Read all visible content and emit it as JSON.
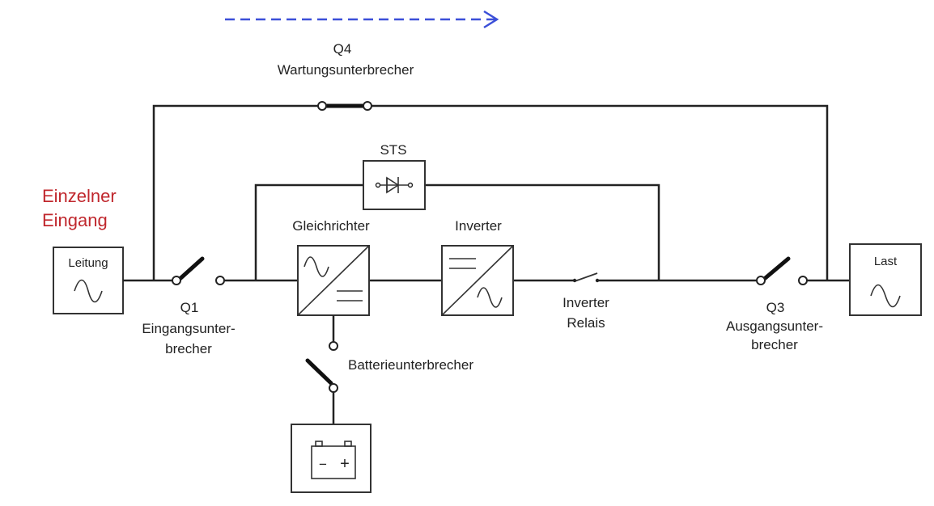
{
  "colors": {
    "accent_red": "#c0272d",
    "arrow_blue": "#3b4fd8",
    "line": "#222222"
  },
  "labels": {
    "maintenance_breaker_id": "Q4",
    "maintenance_breaker_name": "Wartungsunterbrecher",
    "sts": "STS",
    "input_title_line1": "Einzelner",
    "input_title_line2": "Eingang",
    "mains": "Leitung",
    "rectifier": "Gleichrichter",
    "inverter": "Inverter",
    "input_breaker_id": "Q1",
    "input_breaker_line1": "Eingangsunter-",
    "input_breaker_line2": "brecher",
    "inverter_relay_line1": "Inverter",
    "inverter_relay_line2": "Relais",
    "output_breaker_id": "Q3",
    "output_breaker_line1": "Ausgangsunter-",
    "output_breaker_line2": "brecher",
    "battery_breaker": "Batterieunterbrecher",
    "load": "Last",
    "battery_minus": "−",
    "battery_plus": "+"
  },
  "icons": {
    "sine": "sine-wave-icon",
    "thyristor": "thyristor-icon",
    "battery": "battery-icon"
  }
}
